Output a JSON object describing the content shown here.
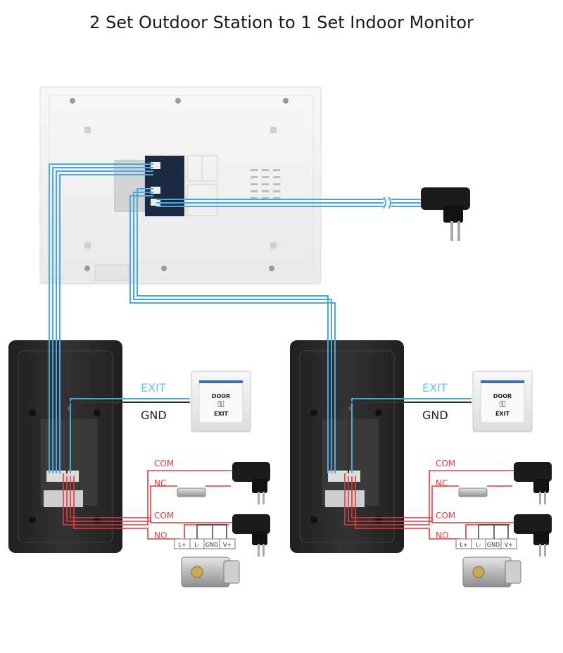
{
  "title": "2 Set Outdoor Station to 1 Set Indoor Monitor",
  "colors": {
    "cable_blue": "#4aa8e0",
    "wire_red": "#e23b3b",
    "wire_dark": "#333333",
    "exit_label": "#5cc8f0",
    "red_label": "#e23b3b",
    "station_body": "#2a2a2a",
    "monitor_body": "#f2f2f2"
  },
  "devices": {
    "indoor_monitor": "indoor-monitor",
    "outdoor_station": "outdoor-station",
    "exit_button": "exit-button",
    "power_adapter": "power-adapter",
    "magnetic_lock": "magnetic-lock",
    "electric_lock": "electric-lock"
  },
  "left": {
    "exit_label": "EXIT",
    "gnd_label": "GND",
    "com1_label": "COM",
    "nc_label": "NC",
    "com2_label": "COM",
    "no_label": "NO",
    "button_top": "DOOR",
    "button_bottom": "EXIT",
    "terminals": [
      "L+",
      "L-",
      "GND",
      "V+"
    ]
  },
  "right": {
    "exit_label": "EXIT",
    "gnd_label": "GND",
    "com1_label": "COM",
    "nc_label": "NC",
    "com2_label": "COM",
    "no_label": "NO",
    "button_top": "DOOR",
    "button_bottom": "EXIT",
    "terminals": [
      "L+",
      "L-",
      "GND",
      "V+"
    ]
  }
}
